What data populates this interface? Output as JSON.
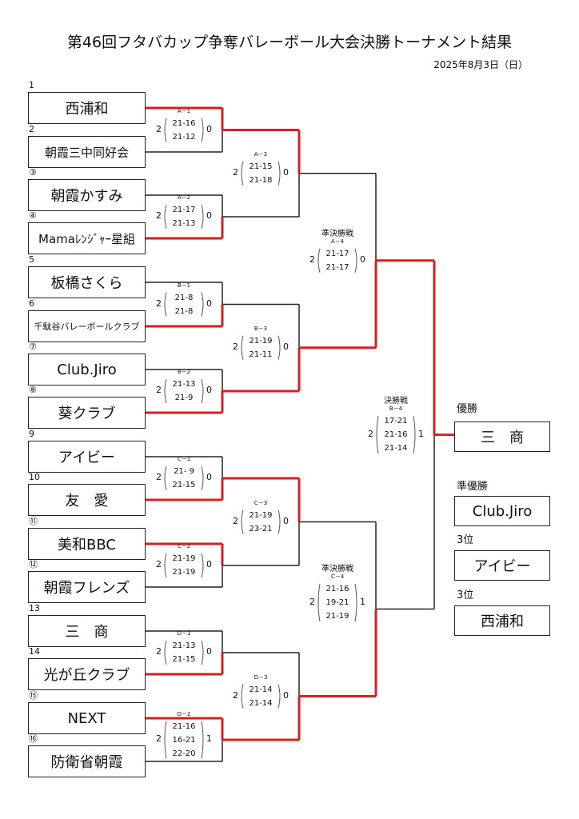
{
  "header": {
    "title": "第46回フタバカップ争奪バレーボール大会決勝トーナメント結果",
    "date": "2025年8月3日（日）"
  },
  "teams": [
    {
      "seed": "1",
      "name": "西浦和"
    },
    {
      "seed": "2",
      "name": "朝霞三中同好会"
    },
    {
      "seed": "③",
      "name": "朝霞かすみ"
    },
    {
      "seed": "④",
      "name": "Mamaﾚﾝｼﾞｬｰ星組"
    },
    {
      "seed": "5",
      "name": "板橋さくら"
    },
    {
      "seed": "6",
      "name": "千駄谷バレーボールクラブ"
    },
    {
      "seed": "⑦",
      "name": "Club.Jiro"
    },
    {
      "seed": "⑧",
      "name": "葵クラブ"
    },
    {
      "seed": "9",
      "name": "アイビー"
    },
    {
      "seed": "10",
      "name": "友　愛"
    },
    {
      "seed": "⑪",
      "name": "美和BBC"
    },
    {
      "seed": "⑫",
      "name": "朝霞フレンズ"
    },
    {
      "seed": "13",
      "name": "三　商"
    },
    {
      "seed": "14",
      "name": "光が丘クラブ"
    },
    {
      "seed": "⑮",
      "name": "NEXT"
    },
    {
      "seed": "⑯",
      "name": "防衛省朝霞"
    }
  ],
  "matches": [
    {
      "id": "A－1",
      "sets": [
        "21-16",
        "21-12"
      ],
      "left": "2",
      "right": "0"
    },
    {
      "id": "A－2",
      "sets": [
        "21-17",
        "21-13"
      ],
      "left": "2",
      "right": "0"
    },
    {
      "id": "B－1",
      "sets": [
        "21-8",
        "21-8"
      ],
      "left": "2",
      "right": "0"
    },
    {
      "id": "B－2",
      "sets": [
        "21-13",
        "21-9"
      ],
      "left": "2",
      "right": "0"
    },
    {
      "id": "C－1",
      "sets": [
        "21- 9",
        "21-15"
      ],
      "left": "2",
      "right": "0"
    },
    {
      "id": "C－2",
      "sets": [
        "21-19",
        "21-19"
      ],
      "left": "2",
      "right": "0"
    },
    {
      "id": "D－1",
      "sets": [
        "21-13",
        "21-15"
      ],
      "left": "2",
      "right": "0"
    },
    {
      "id": "D－2",
      "sets": [
        "21-16",
        "16-21",
        "22-20"
      ],
      "left": "2",
      "right": "1"
    },
    {
      "id": "A－3",
      "sets": [
        "21-15",
        "21-18"
      ],
      "left": "2",
      "right": "0"
    },
    {
      "id": "B－3",
      "sets": [
        "21-19",
        "21-11"
      ],
      "left": "2",
      "right": "0"
    },
    {
      "id": "C－3",
      "sets": [
        "21-19",
        "23-21"
      ],
      "left": "2",
      "right": "0"
    },
    {
      "id": "D－3",
      "sets": [
        "21-14",
        "21-14"
      ],
      "left": "2",
      "right": "0"
    },
    {
      "id": "A－4",
      "stage": "準決勝戦",
      "sets": [
        "21-17",
        "21-17"
      ],
      "left": "2",
      "right": "0"
    },
    {
      "id": "C－4",
      "stage": "準決勝戦",
      "sets": [
        "21-16",
        "19-21",
        "21-19"
      ],
      "left": "2",
      "right": "1"
    },
    {
      "id": "B－4",
      "stage": "決勝戦",
      "sets": [
        "17-21",
        "21-16",
        "21-14"
      ],
      "left": "2",
      "right": "1"
    }
  ],
  "results": {
    "champion_label": "優勝",
    "champion": "三　商",
    "runner_up_label": "準優勝",
    "runner_up": "Club.Jiro",
    "third_label_1": "3位",
    "third_1": "アイビー",
    "third_label_2": "3位",
    "third_2": "西浦和"
  },
  "colors": {
    "winner_line": "#d42020",
    "line": "#222222"
  }
}
